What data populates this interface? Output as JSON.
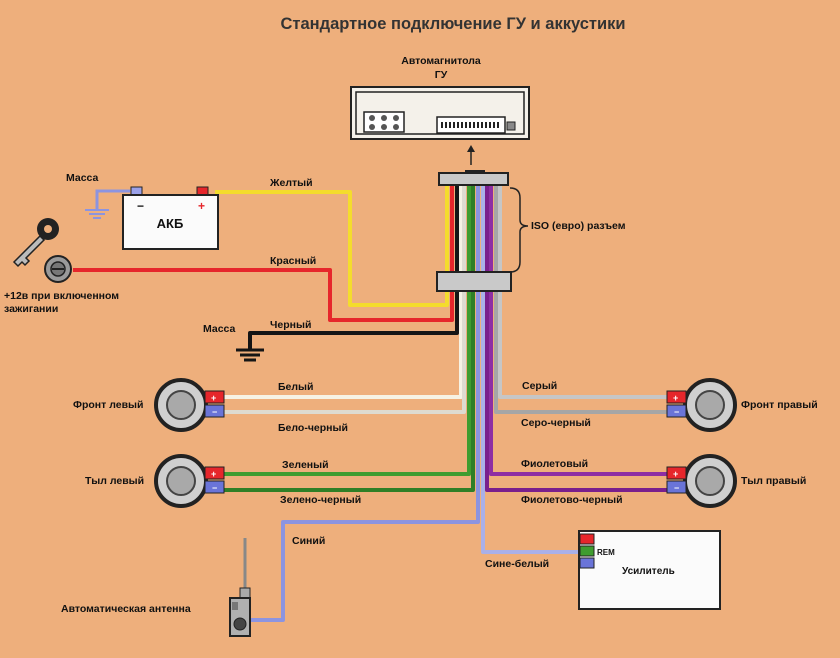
{
  "title": "Стандартное подключение ГУ и аккустики",
  "head_unit": {
    "line1": "Автомагнитола",
    "line2": "ГУ"
  },
  "iso_label": "ISO (евро) разъем",
  "battery": {
    "label": "АКБ",
    "minus": "−",
    "plus": "+"
  },
  "ground_top": "Масса",
  "ground_mid": "Масса",
  "ignition": {
    "line1": "+12в при включенном",
    "line2": "зажигании"
  },
  "wires": {
    "yellow": "Желтый",
    "red": "Красный",
    "black": "Черный",
    "white": "Белый",
    "white_black": "Бело-черный",
    "green": "Зеленый",
    "green_black": "Зелено-черный",
    "blue": "Синий",
    "gray": "Серый",
    "gray_black": "Серо-черный",
    "violet": "Фиолетовый",
    "violet_black": "Фиолетово-черный",
    "blue_white": "Сине-белый"
  },
  "speakers": {
    "front_left": "Фронт левый",
    "rear_left": "Тыл левый",
    "front_right": "Фронт правый",
    "rear_right": "Тыл правый"
  },
  "antenna": "Автоматическая антенна",
  "amplifier": {
    "label": "Усилитель",
    "rem": "REM"
  },
  "colors": {
    "background": "#eeaf7c",
    "yellow": "#f4dc2c",
    "red": "#e6262b",
    "black": "#151515",
    "white": "#f6f2e4",
    "green": "#3f9c2f",
    "blue": "#8c94e0",
    "gray": "#b9b9b9",
    "violet": "#8e2ea3"
  }
}
